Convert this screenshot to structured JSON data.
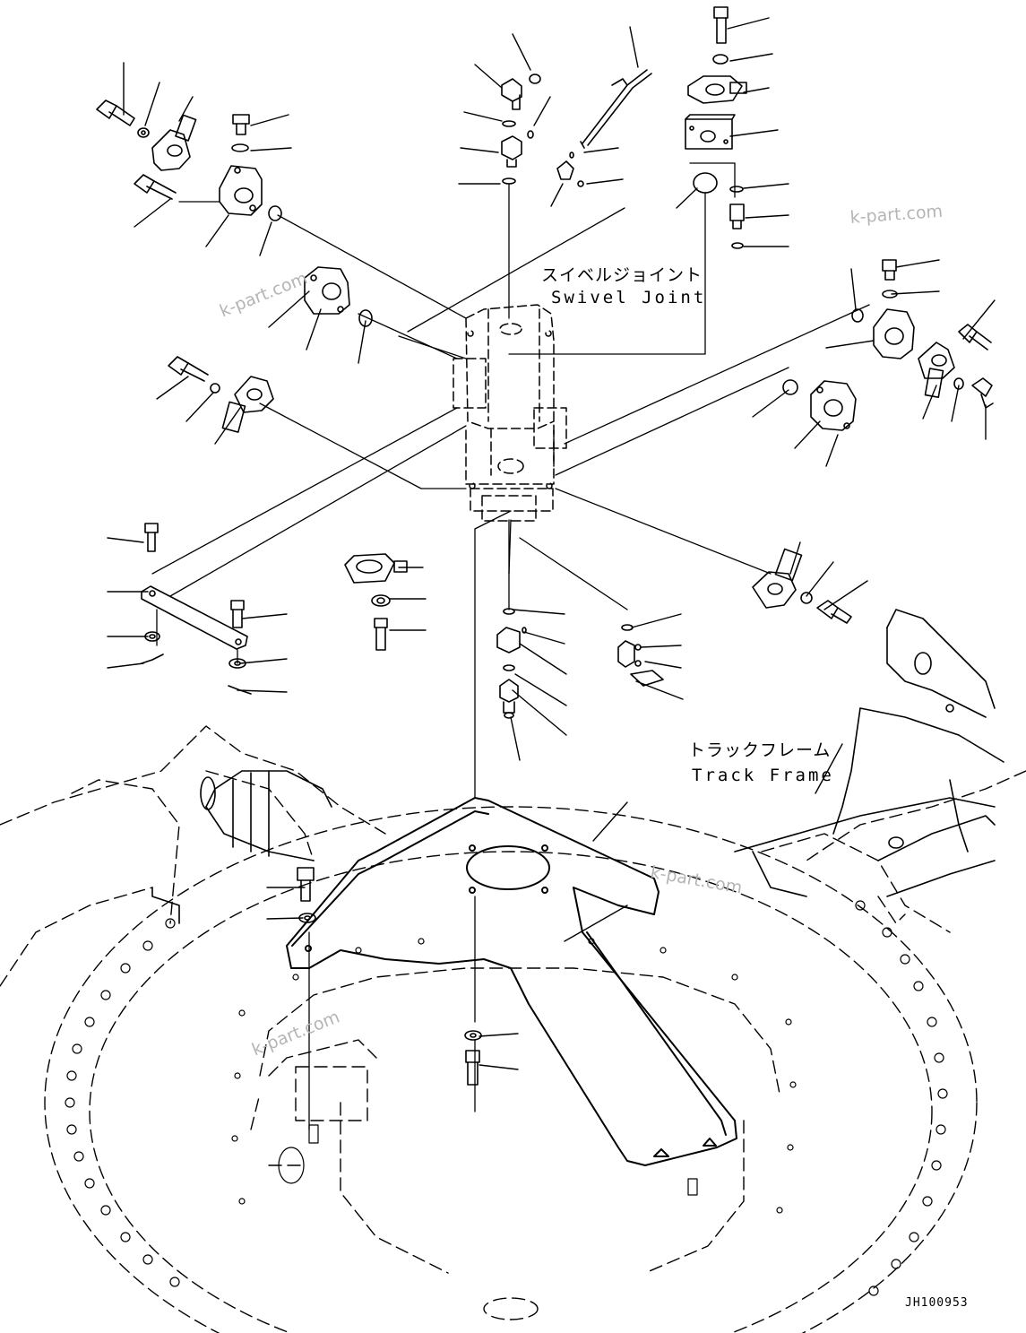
{
  "labels": {
    "swivel_joint_ja": "スイベルジョイント",
    "swivel_joint_en": "Swivel Joint",
    "track_frame_ja": "トラックフレーム",
    "track_frame_en": "Track Frame"
  },
  "watermarks": [
    "k-part.com",
    "k-part.com",
    "k-part.com",
    "k-part.com"
  ],
  "drawing_code": "JH100953",
  "colors": {
    "line": "#000000",
    "watermark": "#b5b5b5",
    "background": "#ffffff"
  }
}
